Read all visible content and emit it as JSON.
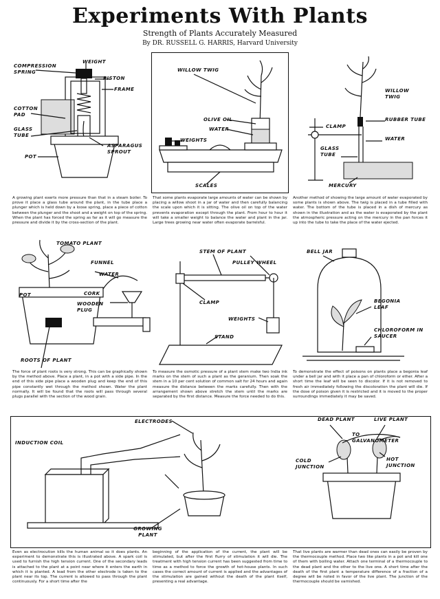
{
  "header": {
    "title": "Experiments With Plants",
    "subtitle": "Strength of Plants Accurately Measured",
    "byline": "By DR. RUSSELL G. HARRIS, Harvard University"
  },
  "figures": {
    "fig1": {
      "labels": [
        "WEIGHT",
        "COMPRESSION SPRING",
        "PISTON",
        "FRAME",
        "COTTON PAD",
        "GLASS TUBE",
        "ASPARAGUS SPROUT",
        "POT"
      ],
      "caption": "A growing plant exerts more pressure than that in a steam boiler. To prove it place a glass tube around the plant, in the tube place a plunger which is held down by a loose spring, place a piece of cotton between the plunger and the shoot and a weight on top of the spring. When the plant has forced the spring as far as it will go measure the pressure and divide it by the cross-section of the plant."
    },
    "fig2": {
      "labels": [
        "WILLOW TWIG",
        "OLIVE OIL",
        "WATER",
        "WEIGHTS",
        "SCALES"
      ],
      "caption": "That some plants evaporate large amounts of water can be shown by placing a willow shoot in a jar of water and then carefully balancing the scale upon which it is sitting. The olive oil on top of the water prevents evaporation except through the plant. From hour to hour it will take a smaller weight to balance the water and plant in the jar. Large trees growing near water often evaporate barrelsful."
    },
    "fig3": {
      "labels": [
        "WILLOW TWIG",
        "CLAMP",
        "RUBBER TUBE",
        "GLASS TUBE",
        "WATER",
        "MERCURY"
      ],
      "caption": "Another method of showing the large amount of water evaporated by some plants is shown above. The twig is placed in a tube filled with water. The bottom of the tube is placed in a dish of mercury as shown in the illustration and as the water is evaporated by the plant the atmospheric pressure acting on the mercury in the pan forces it up into the tube to take the place of the water ejected."
    },
    "fig4": {
      "labels": [
        "TOMATO PLANT",
        "FUNNEL",
        "WATER",
        "CORK",
        "POT",
        "WOODEN PLUG",
        "ROOTS OF PLANT"
      ],
      "caption": "The force of plant roots is very strong. This can be graphically shown by the method above. Place a plant, in a pot with a side pipe. In the end of this side pipe place a wooden plug and keep the end of this pipe constantly wet through the method shown. Water the plant normally. It will be found that the roots will pass through several plugs parallel with the section of the wood grain."
    },
    "fig5": {
      "labels": [
        "STEM OF PLANT",
        "PULLEY WHEEL",
        "CLAMP",
        "WEIGHTS",
        "STAND"
      ],
      "caption": "To measure the osmotic pressure of a plant stem make two India ink marks on the stem of such a plant as the geranium. Then soak the stem in a 10 per cent solution of common salt for 24 hours and again measure the distance between the marks carefully. Then with the arrangement shown above stretch the stem until the marks are separated by the first distance. Measure the force needed to do this."
    },
    "fig6": {
      "labels": [
        "BELL JAR",
        "BEGONIA LEAF",
        "CHLOROFORM IN SAUCER"
      ],
      "caption": "To demonstrate the effect of poisons on plants place a begonia leaf under a bell jar and with it place a pan of chloroform or ether. After a short time the leaf will be seen to discolor. If it is not removed to fresh air immediately following the discoloration the plant will die. If the dose of poison given it is restricted and it is moved to the proper surroundings immediately it may be saved."
    },
    "fig7": {
      "labels": [
        "ELECTRODES",
        "INDUCTION COIL",
        "GROWING PLANT",
        "DEAD PLANT",
        "LIVE PLANT",
        "TO GALVANOMETER",
        "HOT JUNCTION",
        "COLD JUNCTION"
      ]
    }
  },
  "bottom_captions": {
    "col1": "Even as electrocution kills the human animal so it does plants. An experiment to demonstrate this is illustrated above. A spark coil is used to furnish the high tension current. One of the secondary leads is attached to the plant at a point near where it enters the earth in which it is planted. A lead from the other electrode is taken to the plant near its top. The current is allowed to pass through the plant continuously. For a short time after the",
    "col2": "beginning of the application of the current, the plant will be stimulated, but after the first flurry of stimulation it will die. The treatment with high tension current has been suggested from time to time as a method to force the growth of hot-house plants. In such cases the correct amount of current is applied and the advantages of the stimulation are gained without the death of the plant itself, presenting a real advantage.",
    "col3": "That live plants are warmer than dead ones can easily be proven by the thermocouple method. Place two like plants in a pot and kill one of them with boiling water. Attach one terminal of a thermocouple to the dead plant and the other to the live one. A short time after the death of the first plant a temperature difference of a fraction of a degree will be noted in favor of the live plant. The junction of the thermocouple should be varnished."
  }
}
